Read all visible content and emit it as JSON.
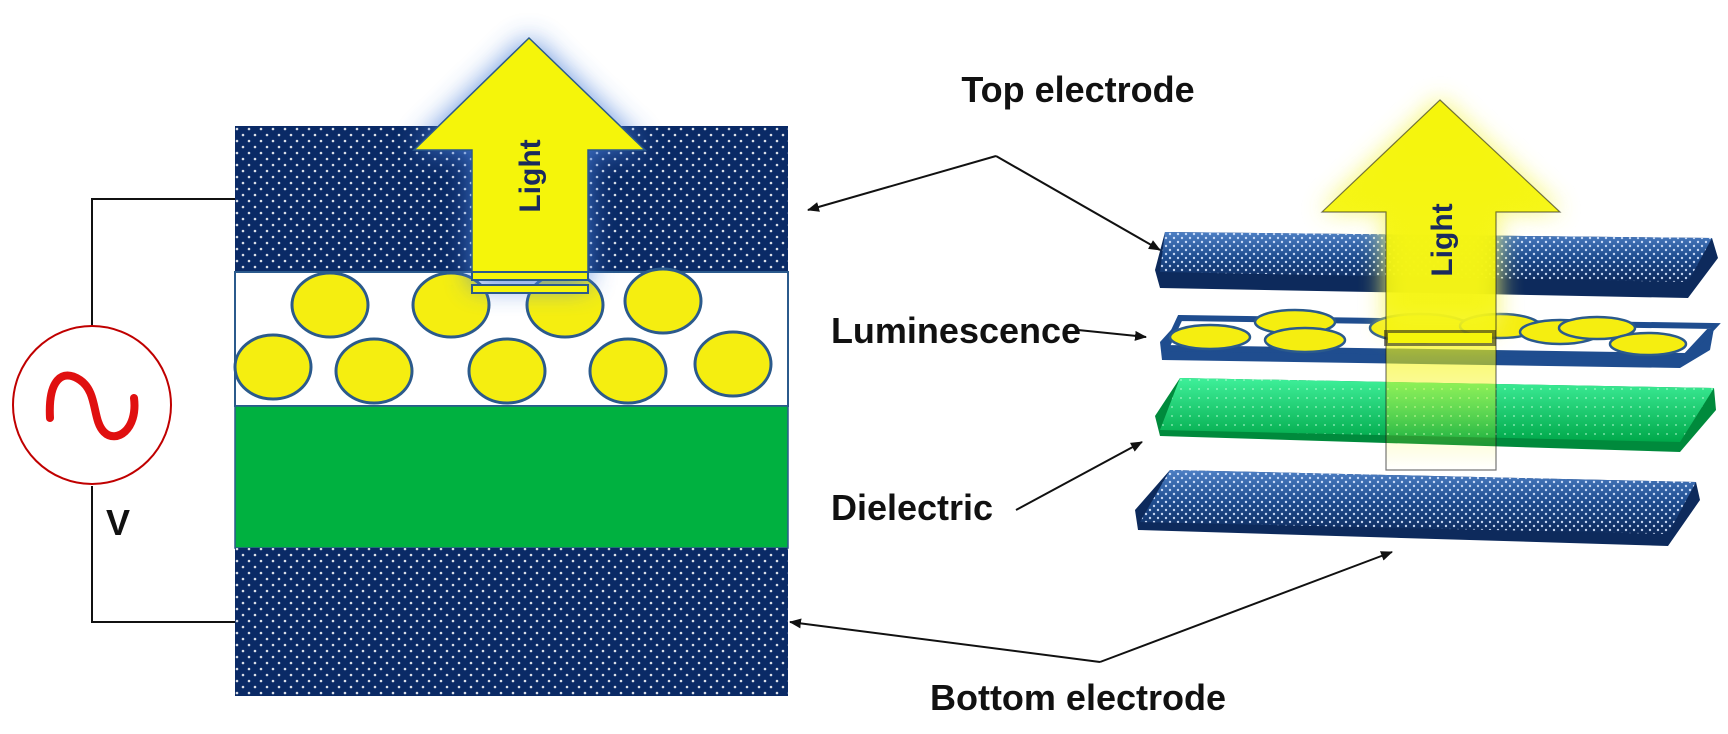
{
  "labels": {
    "top_electrode": "Top electrode",
    "luminescence": "Luminescence",
    "dielectric": "Dielectric",
    "bottom_electrode": "Bottom electrode",
    "voltage": "V",
    "light_left": "Light",
    "light_right": "Light"
  },
  "colors": {
    "electrode": "#0a2a66",
    "electrode_light": "#2d5fa3",
    "dielectric": "#00b140",
    "dielectric_light": "#2ee07a",
    "particle": "#f5ee10",
    "particle_stroke": "#2b5a8c",
    "arrow_fill": "#f5f50a",
    "source_stroke": "#c00000",
    "glow_blue": "#4a7fd9",
    "glow_yellow": "#f7f76a"
  },
  "icons": {
    "ac_source": "sine-wave-icon"
  }
}
